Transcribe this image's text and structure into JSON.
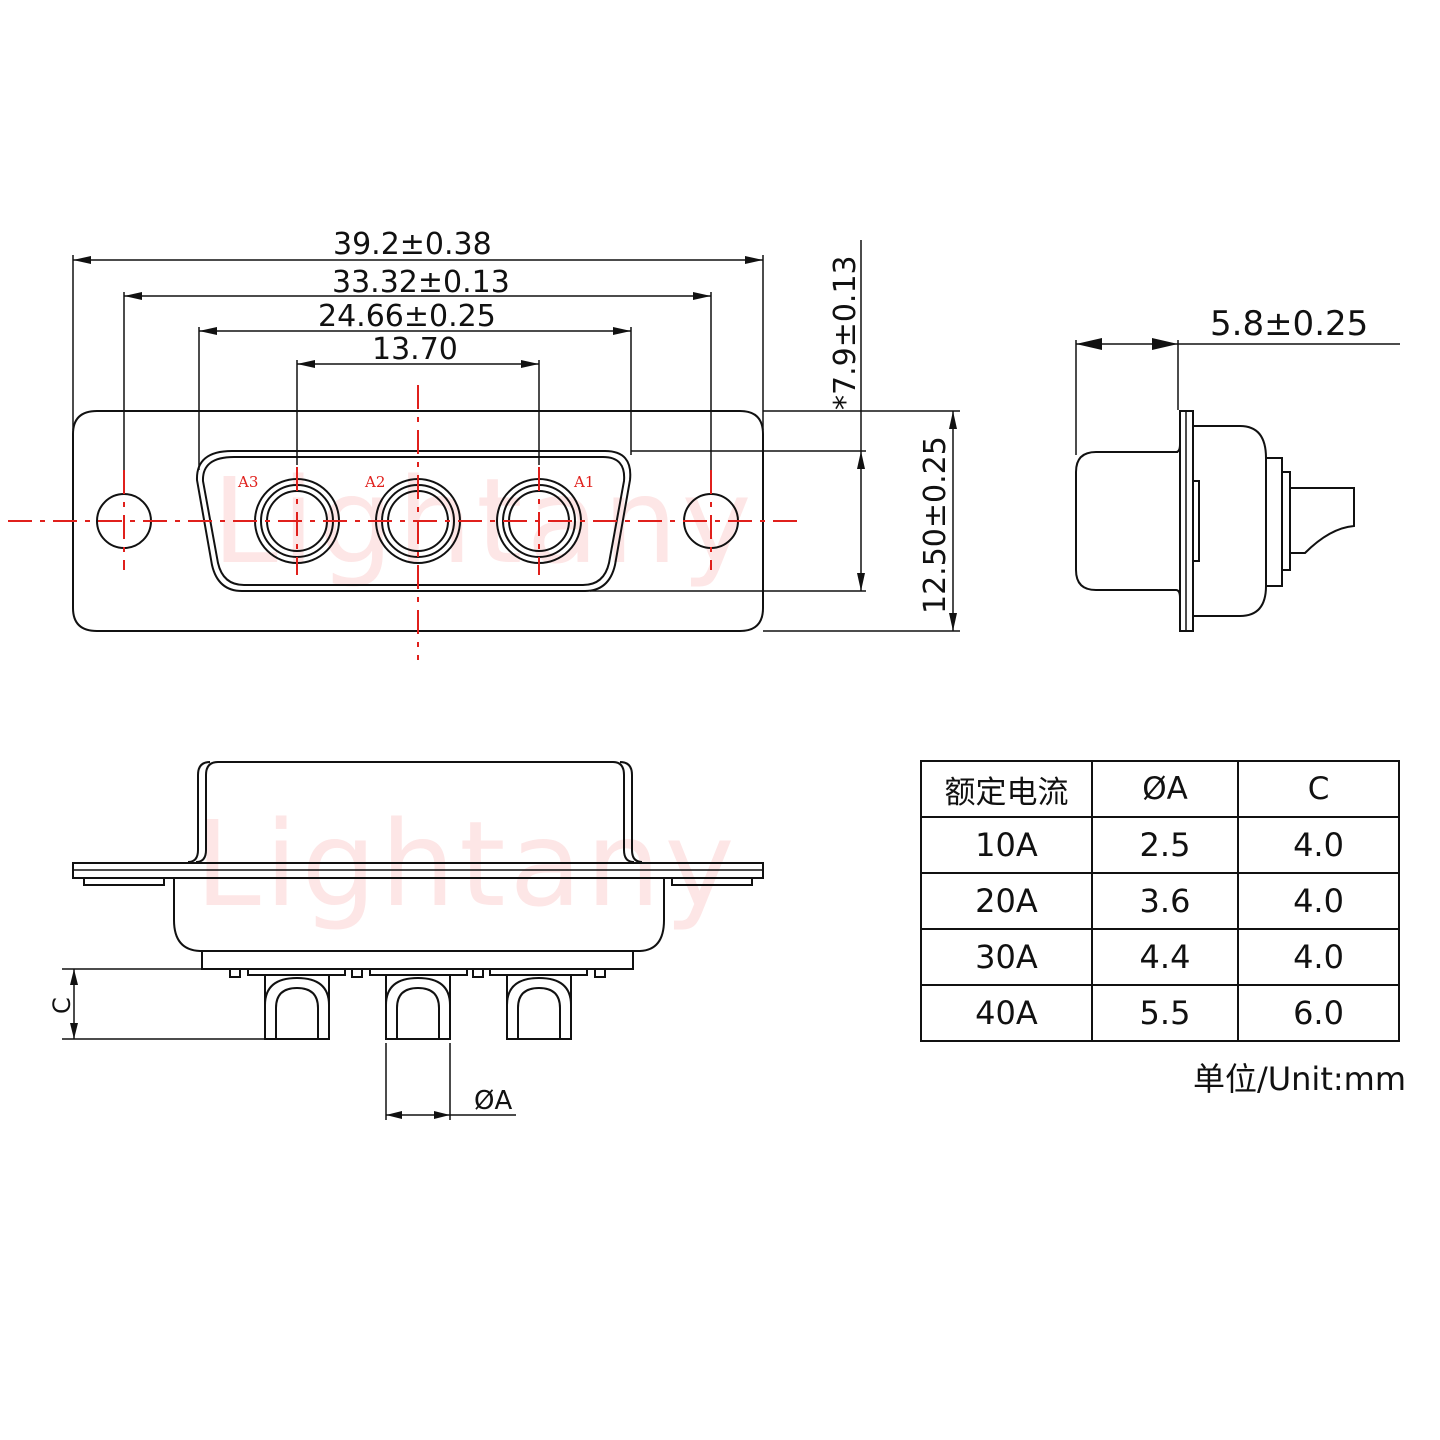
{
  "watermark": "Lightany",
  "front_view": {
    "dimensions": {
      "overall_width": "39.2±0.38",
      "mounting_hole_pitch": "33.32±0.13",
      "shell_width": "24.66±0.25",
      "contact_pitch": "13.70",
      "shell_height": "*7.9±0.13",
      "flange_height": "12.50±0.25"
    },
    "pin_labels": [
      "A3",
      "A2",
      "A1"
    ]
  },
  "side_view": {
    "dimensions": {
      "mating_depth": "5.8±0.25"
    }
  },
  "bottom_view": {
    "dimensions": {
      "pin_length_label": "C",
      "pin_diameter_label": "ØA"
    }
  },
  "spec_table": {
    "headers": [
      "额定电流",
      "ØA",
      "C"
    ],
    "rows": [
      [
        "10A",
        "2.5",
        "4.0"
      ],
      [
        "20A",
        "3.6",
        "4.0"
      ],
      [
        "30A",
        "4.4",
        "4.0"
      ],
      [
        "40A",
        "5.5",
        "6.0"
      ]
    ],
    "unit_note": "单位/Unit:mm"
  },
  "colors": {
    "line": "#111111",
    "centerline": "#e0201c",
    "watermark": "#fde6e6"
  }
}
